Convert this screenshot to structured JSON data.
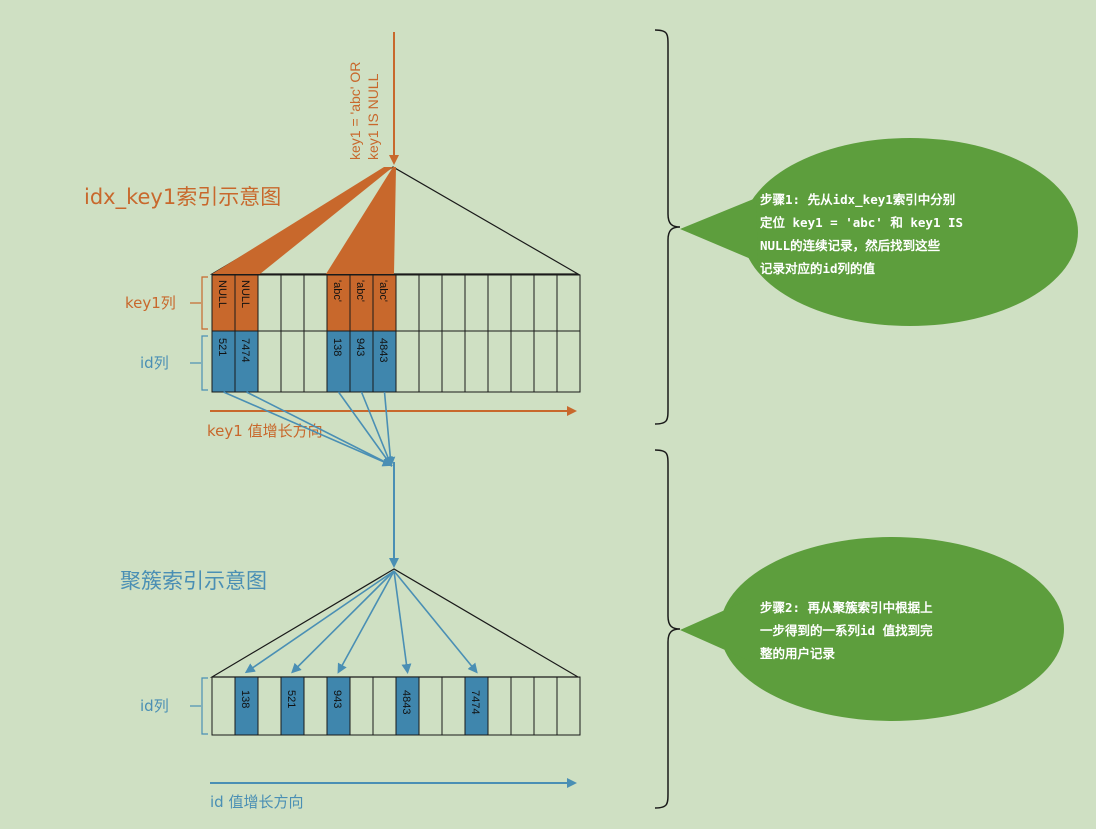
{
  "colors": {
    "background": "#cfe0c3",
    "orange": "#c8682c",
    "blue": "#4a8fb4",
    "cell_blue": "#3f86ad",
    "bubble_green": "#5d9e3d",
    "line_black": "#1a1a1a"
  },
  "query_label": {
    "line1": "key1 = 'abc' OR",
    "line2": "key1 IS NULL"
  },
  "secondary_index": {
    "title": "idx_key1索引示意图",
    "row_key_label": "key1列",
    "row_id_label": "id列",
    "key_values": [
      "NULL",
      "NULL",
      "'abc'",
      "'abc'",
      "'abc'"
    ],
    "id_values": [
      "521",
      "7474",
      "138",
      "943",
      "4843"
    ],
    "axis_label": "key1 值增长方向"
  },
  "clustered_index": {
    "title": "聚簇索引示意图",
    "row_id_label": "id列",
    "id_values": [
      "138",
      "521",
      "943",
      "4843",
      "7474"
    ],
    "axis_label": "id 值增长方向"
  },
  "bubbles": {
    "step1": [
      "步骤1: 先从idx_key1索引中分别",
      "定位 key1 = 'abc' 和 key1 IS",
      "NULL的连续记录，然后找到这些",
      "记录对应的id列的值"
    ],
    "step2": [
      "步骤2: 再从聚簇索引中根据上",
      "一步得到的一系列id 值找到完",
      "整的用户记录"
    ]
  }
}
